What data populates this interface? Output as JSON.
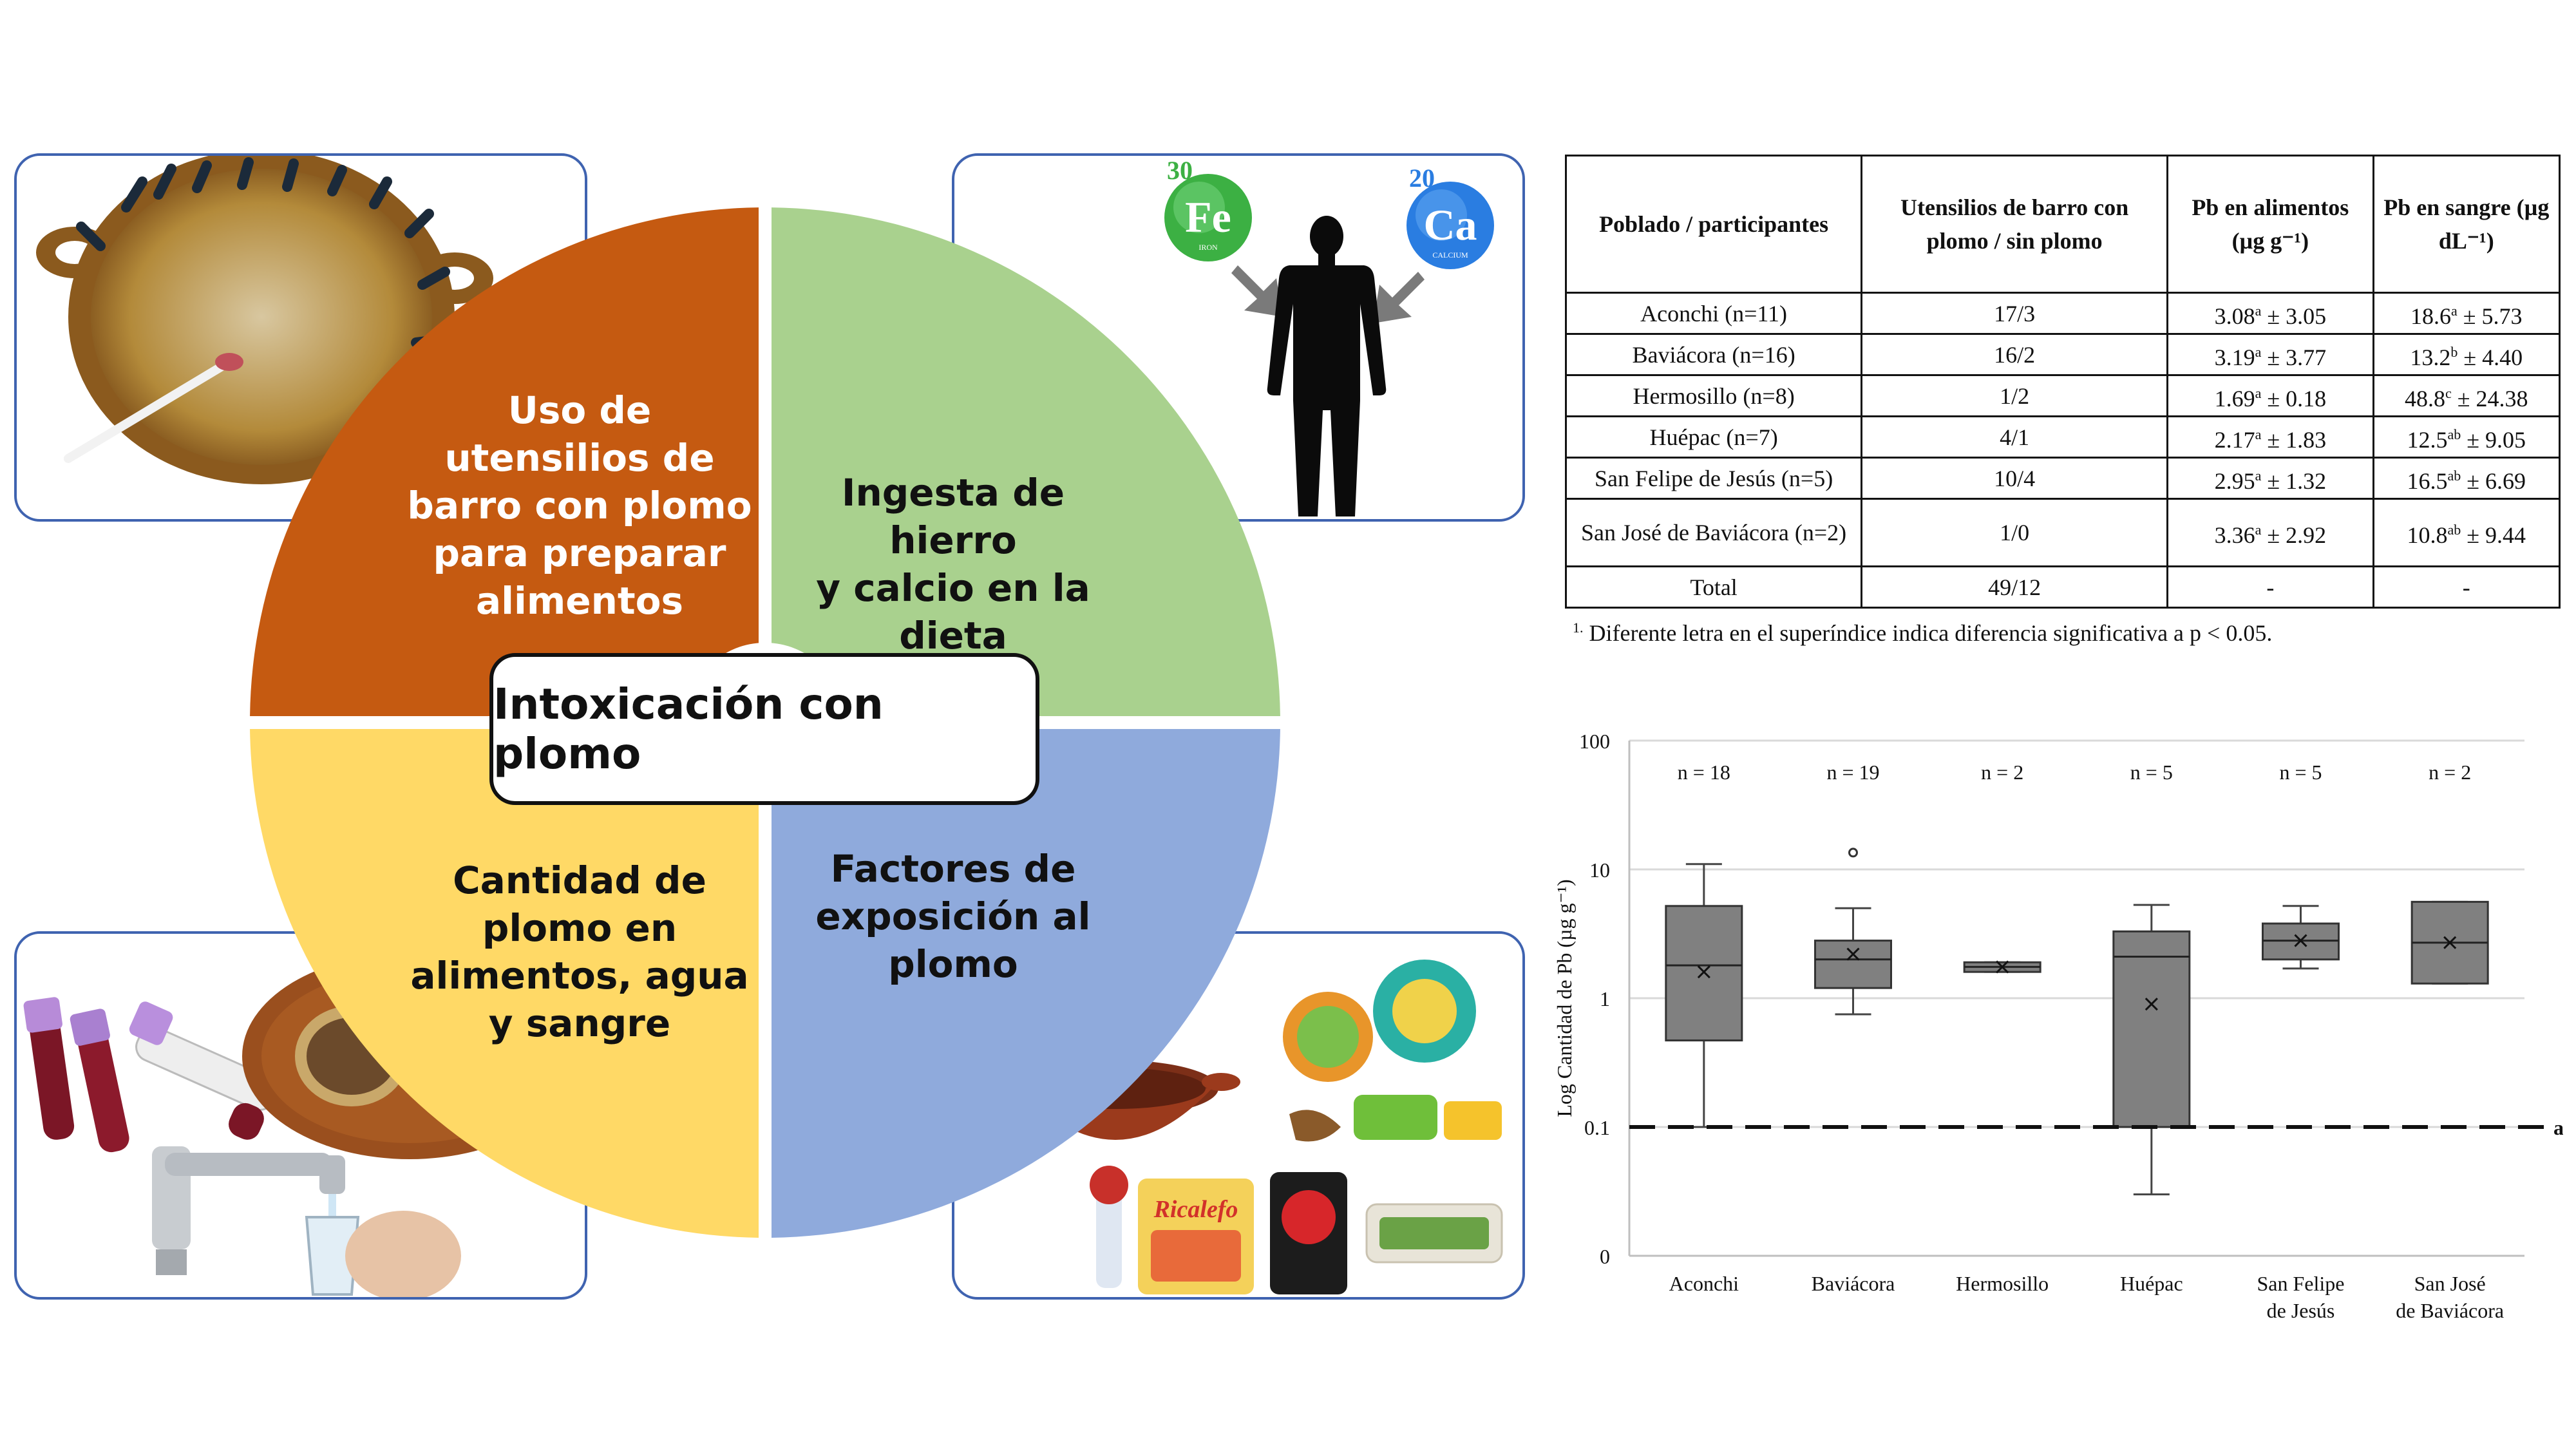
{
  "diagram": {
    "center_title": "Intoxicación con plomo",
    "quadrants": [
      {
        "label_lines": [
          "Uso de",
          "utensilios de",
          "barro con plomo",
          "para preparar",
          "alimentos"
        ],
        "color": "#c55a11"
      },
      {
        "label_lines": [
          "Ingesta de hierro",
          "y calcio en la",
          "dieta"
        ],
        "color": "#a9d18e"
      },
      {
        "label_lines": [
          "Cantidad de",
          "plomo en",
          "alimentos, agua",
          "y sangre"
        ],
        "color": "#ffd966"
      },
      {
        "label_lines": [
          "Factores de",
          "exposición al",
          "plomo"
        ],
        "color": "#8faadc"
      }
    ],
    "elements": {
      "fe": {
        "number": "30",
        "symbol": "Fe",
        "sub": "IRON",
        "color": "#3cb043"
      },
      "ca": {
        "number": "20",
        "symbol": "Ca",
        "sub": "CALCIUM",
        "color": "#2a7de1"
      }
    },
    "candy_label": "Ricalefo"
  },
  "table": {
    "headers": [
      "Poblado / participantes",
      "Utensilios de barro con plomo / sin plomo",
      "Pb en alimentos (µg g⁻¹)",
      "Pb en sangre (µg dL⁻¹)"
    ],
    "rows": [
      {
        "town": "Aconchi (n=11)",
        "ratio": "17/3",
        "food": "3.08",
        "food_sup": "a",
        "food_sd": "± 3.05",
        "blood": "18.6",
        "blood_sup": "a",
        "blood_sd": "± 5.73"
      },
      {
        "town": "Baviácora (n=16)",
        "ratio": "16/2",
        "food": "3.19",
        "food_sup": "a",
        "food_sd": "± 3.77",
        "blood": "13.2",
        "blood_sup": "b",
        "blood_sd": "± 4.40"
      },
      {
        "town": "Hermosillo (n=8)",
        "ratio": "1/2",
        "food": "1.69",
        "food_sup": "a",
        "food_sd": "± 0.18",
        "blood": "48.8",
        "blood_sup": "c",
        "blood_sd": "± 24.38"
      },
      {
        "town": "Huépac (n=7)",
        "ratio": "4/1",
        "food": "2.17",
        "food_sup": "a",
        "food_sd": "± 1.83",
        "blood": "12.5",
        "blood_sup": "ab",
        "blood_sd": "± 9.05"
      },
      {
        "town": "San Felipe de Jesús (n=5)",
        "ratio": "10/4",
        "food": "2.95",
        "food_sup": "a",
        "food_sd": "± 1.32",
        "blood": "16.5",
        "blood_sup": "ab",
        "blood_sd": "± 6.69"
      },
      {
        "town": "San José de Baviácora (n=2)",
        "ratio": "1/0",
        "food": "3.36",
        "food_sup": "a",
        "food_sd": "± 2.92",
        "blood": "10.8",
        "blood_sup": "ab",
        "blood_sd": "± 9.44"
      }
    ],
    "total": {
      "town": "Total",
      "ratio": "49/12",
      "food": "-",
      "blood": "-"
    },
    "footnote_marker": "1.",
    "footnote": "Diferente letra en el superíndice indica diferencia significativa a p < 0.05."
  },
  "chart_data": {
    "type": "box",
    "ylabel": "Log Cantidad de Pb (µg g⁻¹)",
    "yscale": "log",
    "ylim": [
      0.01,
      100
    ],
    "ytick_labels": [
      "0",
      "0.1",
      "1",
      "10",
      "100"
    ],
    "ytick_values": [
      0.01,
      0.1,
      1,
      10,
      100
    ],
    "grid": true,
    "reference_line": {
      "value": 0.1,
      "label": "a",
      "style": "dashed"
    },
    "groups": [
      {
        "label": "Aconchi",
        "n_label": "n = 18",
        "min": 0.1,
        "q1": 0.47,
        "median": 1.8,
        "q3": 5.2,
        "max": 11,
        "mean": 1.6,
        "outliers": []
      },
      {
        "label": "Baviácora",
        "n_label": "n = 19",
        "min": 0.75,
        "q1": 1.2,
        "median": 2.0,
        "q3": 2.8,
        "max": 5.0,
        "mean": 2.2,
        "outliers": [
          13.5
        ]
      },
      {
        "label": "Hermosillo",
        "n_label": "n = 2",
        "min": 1.6,
        "q1": 1.6,
        "median": 1.75,
        "q3": 1.9,
        "max": 1.9,
        "mean": 1.75,
        "outliers": []
      },
      {
        "label": "Huépac",
        "n_label": "n = 5",
        "min": 0.03,
        "q1": 0.1,
        "median": 2.1,
        "q3": 3.3,
        "max": 5.3,
        "mean": 0.9,
        "outliers": []
      },
      {
        "label": "San Felipe de Jesús",
        "n_label": "n = 5",
        "min": 1.7,
        "q1": 2.0,
        "median": 2.8,
        "q3": 3.8,
        "max": 5.2,
        "mean": 2.8,
        "outliers": []
      },
      {
        "label": "San José de Baviácora",
        "n_label": "n = 2",
        "min": 1.3,
        "q1": 1.3,
        "median": 2.7,
        "q3": 5.6,
        "max": 5.6,
        "mean": 2.7,
        "outliers": []
      }
    ]
  }
}
